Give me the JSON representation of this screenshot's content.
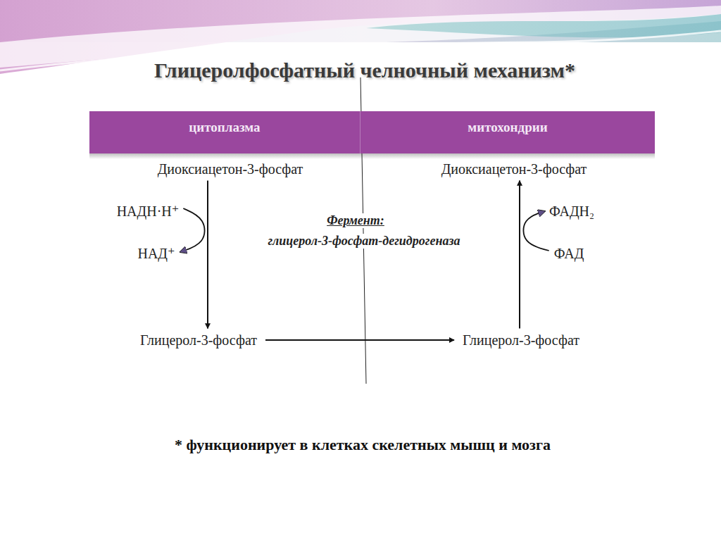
{
  "diagram": {
    "title": "Глицеролфосфатный челночный механизм*",
    "nodes": [
      {
        "text": [
          "цитоплазма"
        ]
      },
      {
        "text": [
          "митохондрии"
        ]
      },
      {
        "text": [
          "Диоксиацетон-3-фосфат"
        ]
      },
      {
        "text": [
          "Диоксиацетон-3-фосфат"
        ]
      },
      {
        "text": [
          "НАДН·Н⁺"
        ]
      },
      {
        "text": [
          "ФАДН₂"
        ]
      },
      {
        "text": [
          "НАД⁺"
        ]
      },
      {
        "text": [
          "ФАД"
        ]
      },
      {
        "text": [
          "Глицерол-3-фосфат"
        ]
      },
      {
        "text": [
          "Глицерол-3-фосфат"
        ]
      }
    ],
    "edges": [
      {
        "from": 2,
        "to": 8,
        "arrow": "to"
      },
      {
        "from": 8,
        "to": 9,
        "arrow": "to"
      },
      {
        "from": 9,
        "to": 3,
        "arrow": "to"
      },
      {
        "from": 4,
        "to": 6,
        "arrow": "to"
      },
      {
        "from": 7,
        "to": 5,
        "arrow": "to"
      }
    ],
    "labels": [
      "Фермент:",
      "глицерол-3-фосфат-дегидрогеназа",
      "* функционирует в клетках скелетных мышц и мозга"
    ]
  }
}
